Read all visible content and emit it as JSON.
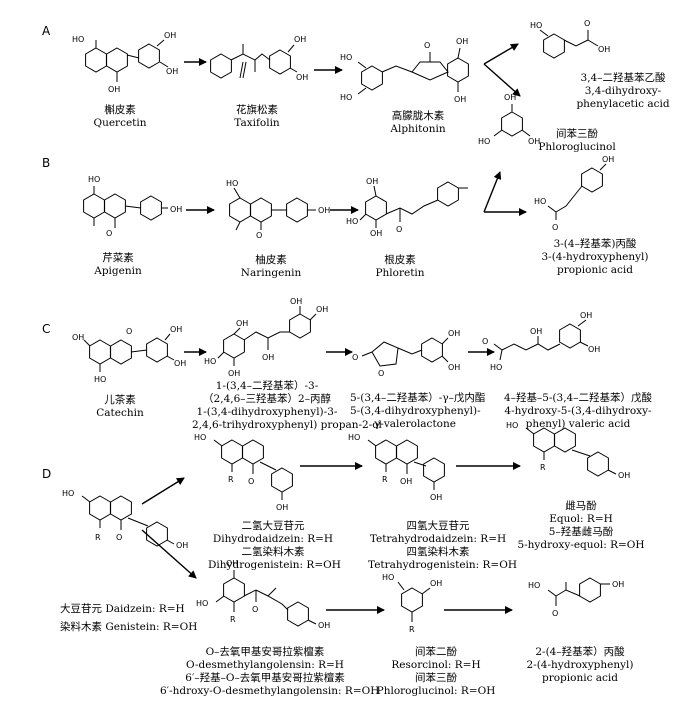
{
  "sections": {
    "A": "A",
    "B": "B",
    "C": "C",
    "D": "D"
  },
  "compounds": {
    "quercetin": {
      "cn": "槲皮素",
      "en": "Quercetin"
    },
    "taxifolin": {
      "cn": "花旗松素",
      "en": "Taxifolin"
    },
    "alphitonin": {
      "cn": "高朦胧木素",
      "en": "Alphitonin"
    },
    "dhpaa": {
      "cn": "3,4–二羟基苯乙酸",
      "en1": "3,4-dihydroxy-",
      "en2": "phenylacetic acid"
    },
    "phloroglucinol_a": {
      "cn": "间苯三酚",
      "en": "Phloroglucinol"
    },
    "apigenin": {
      "cn": "芹菜素",
      "en": "Apigenin"
    },
    "naringenin": {
      "cn": "柚皮素",
      "en": "Naringenin"
    },
    "phloretin": {
      "cn": "根皮素",
      "en": "Phloretin"
    },
    "hpp": {
      "cn": "3-(4–羟基苯)丙酸",
      "en1": "3-(4-hydroxyphenyl)",
      "en2": "propionic acid"
    },
    "catechin": {
      "cn": "儿茶素",
      "en": "Catechin"
    },
    "c2": {
      "cn1": "1-(3,4–二羟基苯）-3-",
      "cn2": "（2,4,6–三羟基苯）2–丙醇",
      "en1": "1-(3,4-dihydroxyphenyl)-3-",
      "en2": "2,4,6-trihydroxyphenyl) propan-2-ol"
    },
    "c3": {
      "cn": "5-(3,4–二羟基苯）-γ–戊内酯",
      "en1": "5-(3,4-dihydroxyphenyl)-",
      "en2": "γ-valerolactone"
    },
    "c4": {
      "cn": "4–羟基–5-(3,4–二羟基苯）戊酸",
      "en1": "4-hydroxy-5-(3,4-dihydroxy-",
      "en2": "phenyl) valeric acid"
    },
    "d_start": {
      "l1": "大豆苷元  Daidzein: R=H",
      "l2": "染料木素  Genistein: R=OH"
    },
    "d_dh": {
      "cn1": "二氢大豆苷元",
      "en1": "Dihydrodaidzein: R=H",
      "cn2": "二氢染料木素",
      "en2": "Dihydrogenistein: R=OH"
    },
    "d_th": {
      "cn1": "四氢大豆苷元",
      "en1": "Tetrahydrodaidzein: R=H",
      "cn2": "四氢染料木素",
      "en2": "Tetrahydrogenistein: R=OH"
    },
    "d_equol": {
      "cn1": "雌马酚",
      "en1": "Equol: R=H",
      "cn2": "5–羟基雌马酚",
      "en2": "5-hydroxy-equol: R=OH"
    },
    "d_odma": {
      "cn1": "O–去氧甲基安哥拉紫檀素",
      "en1": "O-desmethylangolensin: R=H",
      "cn2": "6′–羟基–O–去氧甲基安哥拉紫檀素",
      "en2": "6′-hdroxy-O-desmethylangolensin: R=OH"
    },
    "d_res": {
      "cn1": "间苯二酚",
      "en1": "Resorcinol: R=H",
      "cn2": "间苯三酚",
      "en2": "Phloroglucinol: R=OH"
    },
    "d_hppa": {
      "cn": "2-(4–羟基苯）丙酸",
      "en1": "2-(4-hydroxyphenyl)",
      "en2": "propionic acid"
    }
  },
  "atoms": {
    "oh": "OH",
    "ho": "HO",
    "o": "O",
    "r": "R"
  }
}
